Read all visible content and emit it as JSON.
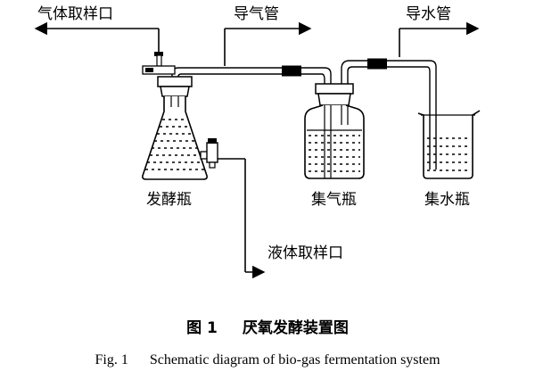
{
  "labels": {
    "gas_sampling_port": "气体取样口",
    "gas_guide_pipe": "导气管",
    "water_guide_pipe": "导水管",
    "fermentation_bottle": "发酵瓶",
    "gas_collecting_bottle": "集气瓶",
    "water_collecting_bottle": "集水瓶",
    "liquid_sampling_port": "液体取样口"
  },
  "caption": {
    "zh_number": "图 1",
    "zh_title": "厌氧发酵装置图",
    "en_number": "Fig. 1",
    "en_title": "Schematic diagram of bio-gas fermentation system"
  }
}
